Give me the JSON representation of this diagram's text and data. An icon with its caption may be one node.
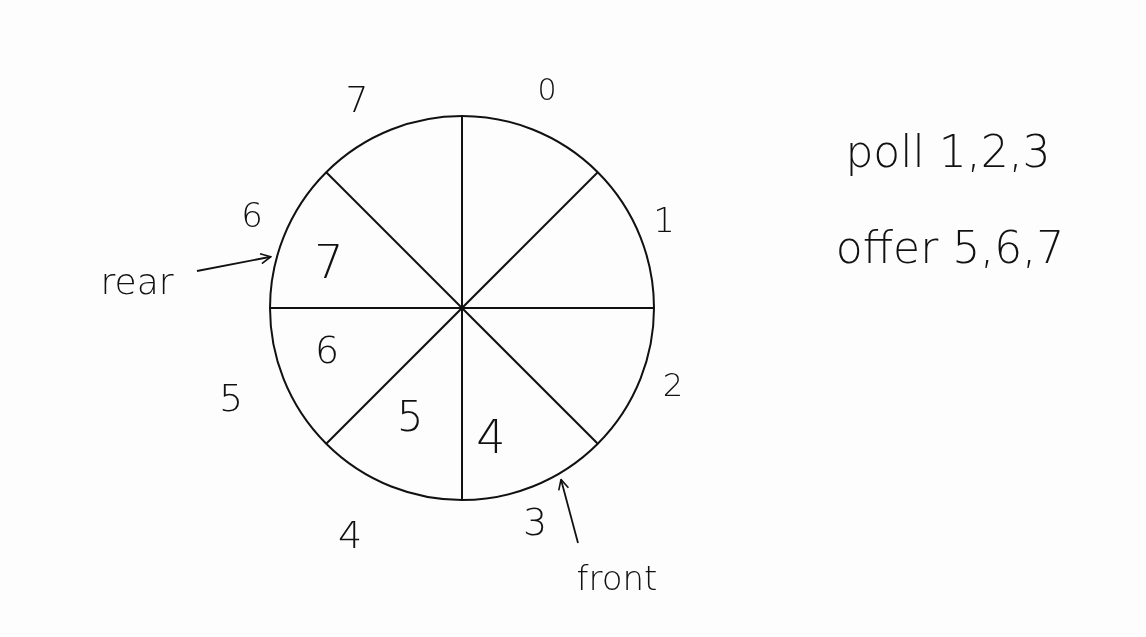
{
  "diagram": {
    "nodes": [
      {
        "text": [],
        "shape": "circle"
      },
      {
        "text": [
          "rear"
        ]
      },
      {
        "text": [
          "front"
        ]
      }
    ],
    "edges": [
      {
        "from": 1,
        "to": 0,
        "arrow": "to"
      },
      {
        "from": 2,
        "to": 0,
        "arrow": "to"
      }
    ],
    "labels": [
      "7",
      "0",
      "poll 1,2,3",
      "6",
      "1",
      "offer 5,6,7",
      "7",
      "6",
      "2",
      "5",
      "5",
      "4",
      "3",
      "4"
    ]
  }
}
